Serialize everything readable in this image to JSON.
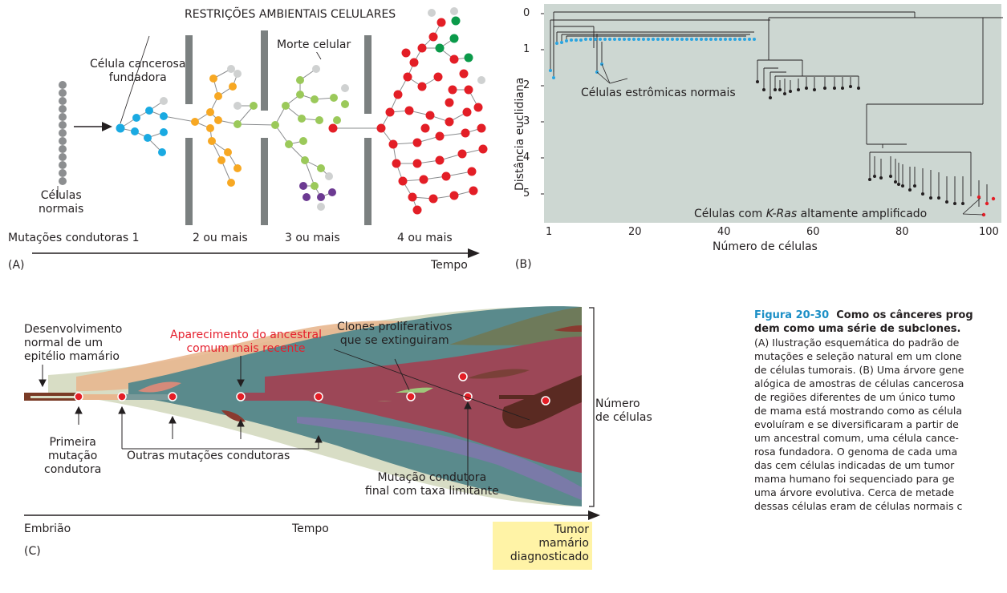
{
  "panelA": {
    "panel_label": "(A)",
    "title": "RESTRIÇÕES AMBIENTAIS CELULARES",
    "founder_label_1": "Célula cancerosa",
    "founder_label_2": "fundadora",
    "death_label": "Morte celular",
    "normal_label_1": "Células",
    "normal_label_2": "normais",
    "stages": [
      "Mutações condutoras 1",
      "2 ou mais",
      "3 ou mais",
      "4 ou mais"
    ],
    "time_label": "Tempo",
    "colors": {
      "founder": "#1aaae2",
      "stage2": "#f7a823",
      "stage3": "#9bc95a",
      "stage4": "#e31e26",
      "purple": "#6c3a92",
      "green": "#0b9a4a",
      "dead": "#cfd1d1",
      "normal": "#8c8e90",
      "barrier": "#7b8080"
    }
  },
  "panelB": {
    "panel_label": "(B)",
    "ylabel": "Distância euclidiana",
    "xlabel": "Número de células",
    "xticks": [
      "1",
      "20",
      "40",
      "60",
      "80",
      "100"
    ],
    "yticks": [
      "0",
      "1",
      "2",
      "3",
      "4",
      "5"
    ],
    "stromal_label": "Células estrômicas normais",
    "kras_prefix": "Células com ",
    "kras_gene": "K-Ras",
    "kras_suffix": " altamente amplificado",
    "colors": {
      "background": "#cdd7d2",
      "stromal": "#2aa4e0",
      "kras": "#e31e26",
      "leaf": "#231f20"
    }
  },
  "panelC": {
    "panel_label": "(C)",
    "normal_dev_1": "Desenvolvimento",
    "normal_dev_2": "normal de um",
    "normal_dev_3": "epitélio mamário",
    "ancestor_1": "Aparecimento do ancestral",
    "ancestor_2": "comum mais recente",
    "extinct_1": "Clones proliferativos",
    "extinct_2": "que se extinguiram",
    "cell_count_1": "Número",
    "cell_count_2": "de células",
    "first_mut_1": "Primeira",
    "first_mut_2": "mutação",
    "first_mut_3": "condutora",
    "other_mut": "Outras mutações condutoras",
    "final_mut_1": "Mutação condutora",
    "final_mut_2": "final com taxa limitante",
    "embryo": "Embrião",
    "time": "Tempo",
    "tumor_1": "Tumor",
    "tumor_2": "mamário",
    "tumor_3": "diagnosticado",
    "colors": {
      "highlight": "#e5202e",
      "box": "#fff3a6"
    }
  },
  "caption": {
    "number": "Figura 20-30",
    "title_1": "Como os cânceres prog",
    "title_2": "dem como uma série de subclones.",
    "lines": [
      "(A) Ilustração esquemática do padrão de",
      "mutações e seleção natural em um clone",
      "de células tumorais. (B) Uma árvore gene",
      "alógica de amostras de células cancerosa",
      "de regiões diferentes de um único tumo",
      "de mama está mostrando como as célula",
      "evoluíram e se diversificaram a partir de",
      "um ancestral comum, uma célula cance-",
      "rosa fundadora. O genoma de cada uma",
      "das cem células indicadas de um tumor",
      "mama humano foi sequenciado para ge",
      "uma árvore evolutiva. Cerca de metade",
      "dessas células eram de células normais c"
    ]
  }
}
